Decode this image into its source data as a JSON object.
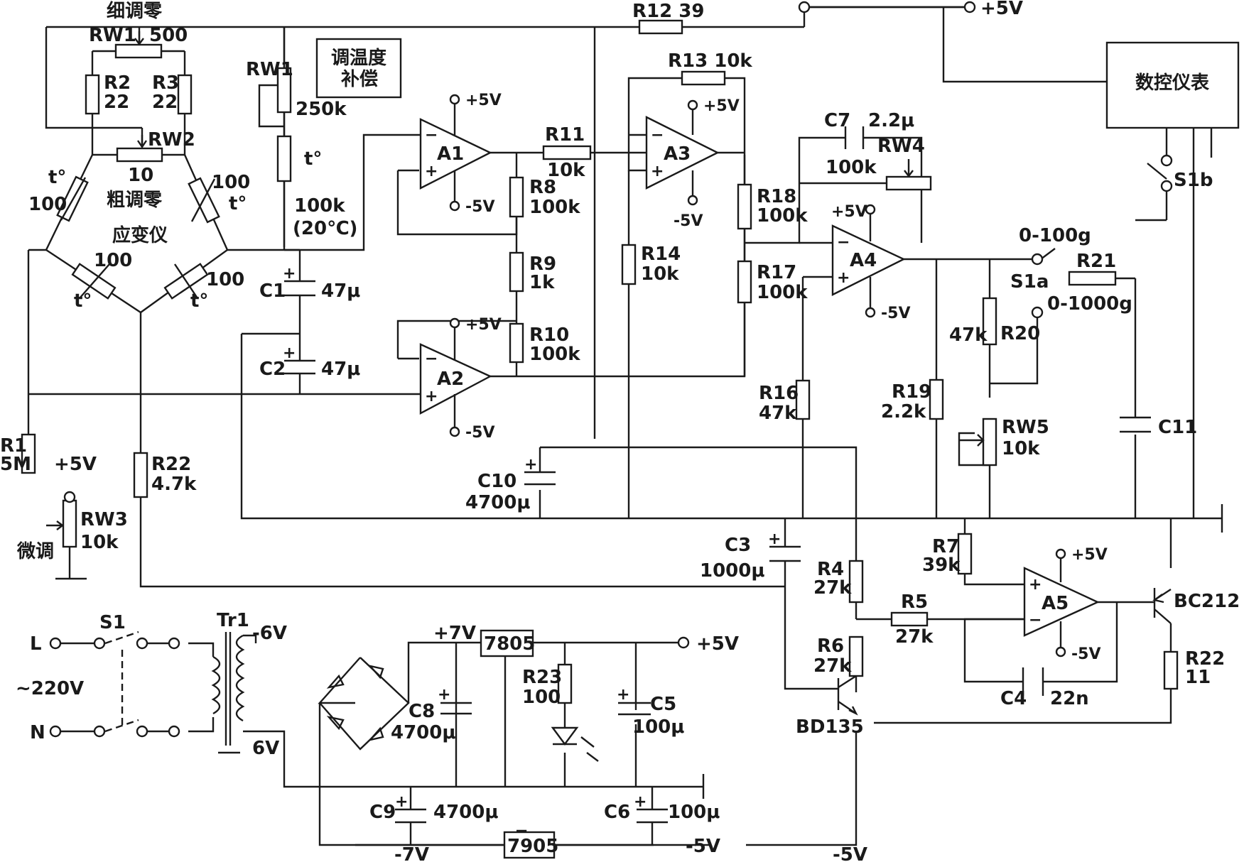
{
  "title_fine_zero": "细调零",
  "title_coarse_zero": "粗调零",
  "strain_gauge": "应变仪",
  "temp_comp": [
    "调温度",
    "补偿"
  ],
  "fine_adjust": "微调",
  "meter": "数控仪表",
  "mains": "~220V",
  "L": "L",
  "N": "N",
  "plus5": "+5V",
  "minus5": "-5V",
  "plus7": "+7V",
  "minus7": "-7V",
  "v6a": "-6V",
  "v6b": "6V",
  "range1": "0-100g",
  "range2": "0-1000g",
  "reg_pos": "7805",
  "reg_neg": "7905",
  "t_deg": "t°",
  "tr1": "Tr1",
  "s1": "S1",
  "S1a": "S1a",
  "S1b": "S1b",
  "parts": {
    "RW1a": "RW1",
    "RW1a_v": "500",
    "R2": "R2",
    "R2_v": "22",
    "R3": "R3",
    "R3_v": "22",
    "RW2": "RW2",
    "RW2_v": "10",
    "RW1b": "RW1",
    "RW1b_v": "250k",
    "th20": "100k",
    "th20b": "(20℃)",
    "g100": "100",
    "R12": "R12  39",
    "R13": "R13  10k",
    "R11": "R11",
    "R11_v": "10k",
    "R8": "R8",
    "R8_v": "100k",
    "R9": "R9",
    "R9_v": "1k",
    "R10": "R10",
    "R10_v": "100k",
    "R14": "R14",
    "R14_v": "10k",
    "R18": "R18",
    "R18_v": "100k",
    "R17": "R17",
    "R17_v": "100k",
    "C7": "C7",
    "C7_v": "2.2μ",
    "RW4": "RW4",
    "RW4_v": "100k",
    "R16": "R16",
    "R16_v": "47k",
    "R19": "R19",
    "R19_v": "2.2k",
    "R20": "R20",
    "R20_v": "47k",
    "RW5": "RW5",
    "RW5_v": "10k",
    "R21": "R21",
    "C11": "C11",
    "C1": "C1",
    "C1_v": "47μ",
    "C2": "C2",
    "C2_v": "47μ",
    "C10": "C10",
    "C10_v": "4700μ",
    "R1": "R1",
    "R1_v": "5M",
    "RW3": "RW3",
    "RW3_v": "10k",
    "R22a": "R22",
    "R22a_v": "4.7k",
    "C3": "C3",
    "C3_v": "1000μ",
    "R4": "R4",
    "R4_v": "27k",
    "R5": "R5",
    "R5_v": "27k",
    "R6": "R6",
    "R6_v": "27k",
    "R7": "R7",
    "R7_v": "39k",
    "C4": "C4",
    "C4_v": "22n",
    "R22b": "R22",
    "R22b_v": "11",
    "BD135": "BD135",
    "BC212": "BC212",
    "C8": "C8",
    "C8_v": "4700μ",
    "R23": "R23",
    "R23_v": "100",
    "C5": "C5",
    "C5_v": "100μ",
    "C9": "C9",
    "C9_v": "4700μ",
    "C6": "C6",
    "C6_v": "100μ"
  },
  "opamps": {
    "A1": "A1",
    "A2": "A2",
    "A3": "A3",
    "A4": "A4",
    "A5": "A5"
  }
}
